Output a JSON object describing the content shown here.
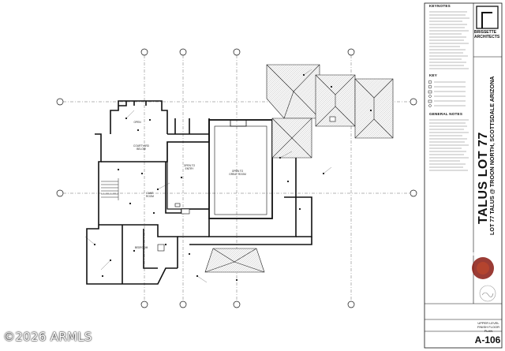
{
  "title_block": {
    "keynotes_heading": "KEYNOTES",
    "key_heading": "KEY",
    "general_notes_heading": "GENERAL NOTES",
    "firm_name_line1": "BRISSETTE",
    "firm_name_line2": "ARCHITECTS",
    "project_title": "TALUS LOT 77",
    "project_subtitle": "LOT 77 TALUS @ TROON NORTH, SCOTTSDALE ARIZONA",
    "consultant_name": "Red Moon",
    "drawing_title_line1": "UPPER LEVEL",
    "drawing_title_line2": "FINISH FLOOR PLAN",
    "sheet_number": "A-106"
  },
  "rooms": {
    "courtyard": "COURTYARD BELOW",
    "open_to_entry": "OPEN TO ENTRY",
    "open_to_great_room": "OPEN TO GREAT ROOM",
    "game_room": "GAME ROOM",
    "bedroom": "BEDROOM",
    "open_upper": "OPEN"
  },
  "watermark": "©2026 ARMLS",
  "colors": {
    "line": "#1a1a1a",
    "paper": "#ffffff",
    "logo_red": "#8a1a12"
  }
}
